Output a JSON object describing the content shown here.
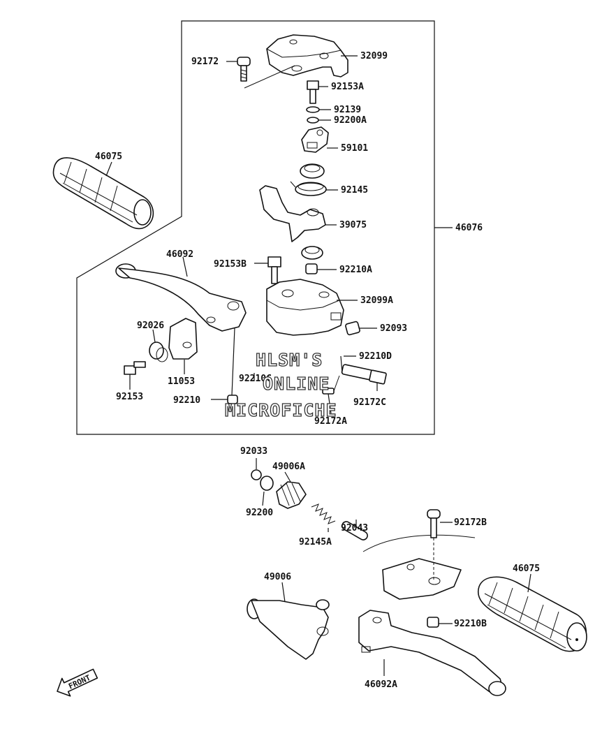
{
  "labels": {
    "l92172": "92172",
    "l32099": "32099",
    "l92153A": "92153A",
    "l92139": "92139",
    "l92200A": "92200A",
    "l59101": "59101",
    "l46075a": "46075",
    "l92145": "92145",
    "l39075": "39075",
    "l46076": "46076",
    "l46092": "46092",
    "l92153B": "92153B",
    "l92210A": "92210A",
    "l32099A": "32099A",
    "l92026": "92026",
    "l92093": "92093",
    "l92210D": "92210D",
    "l92210C": "92210C",
    "l11053": "11053",
    "l92153": "92153",
    "l92210": "92210",
    "l92172C": "92172C",
    "l92172A": "92172A",
    "l92033": "92033",
    "l49006A": "49006A",
    "l92200": "92200",
    "l92043": "92043",
    "l92145A": "92145A",
    "l92172B": "92172B",
    "l49006": "49006",
    "l46075b": "46075",
    "l92210B": "92210B",
    "l46092A": "46092A"
  },
  "watermark": {
    "line1": "HLSM'S",
    "line2": "ONLINE",
    "line3": "MICROFICHE"
  },
  "front_arrow": "FRONT"
}
